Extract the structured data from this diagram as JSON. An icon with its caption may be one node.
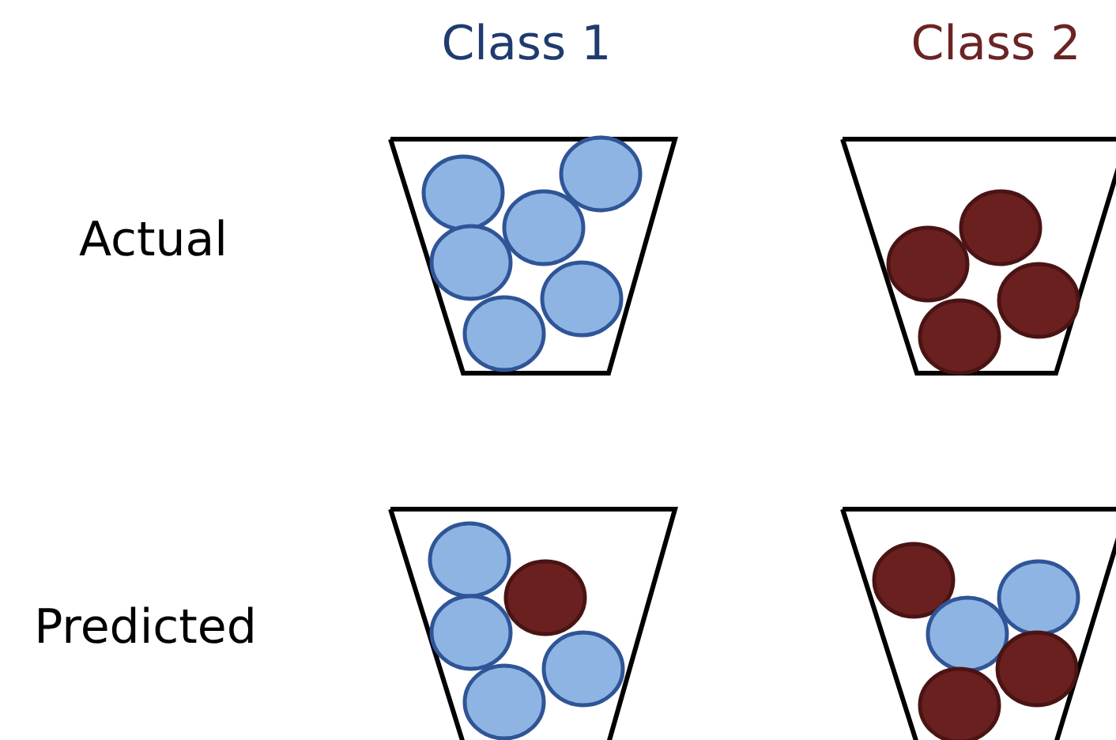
{
  "diagram": {
    "labels": [
      "Class 1",
      "Class 2",
      "Actual",
      "Predicted"
    ]
  }
}
